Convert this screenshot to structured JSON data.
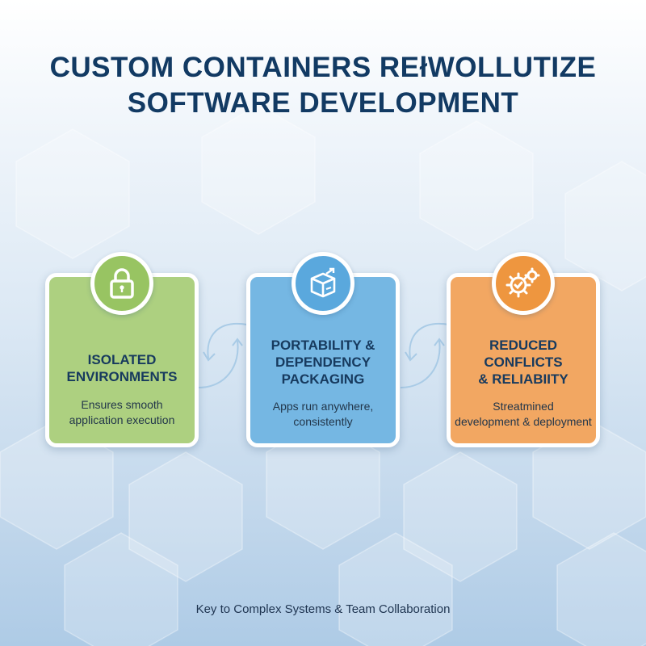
{
  "header": {
    "title_line1": "CUSTOM CONTAINERS REłWOLLUTIZE",
    "title_line2": "SOFTWARE DEVELOPMENT"
  },
  "cards": [
    {
      "icon": "padlock-icon",
      "color": "#add080",
      "title_lines": [
        "ISOLATED",
        "ENVIRONMENTS"
      ],
      "desc_lines": [
        "Ensures smooth",
        "application execution"
      ]
    },
    {
      "icon": "package-box-icon",
      "color": "#75b7e3",
      "title_lines": [
        "PORTABILITY &",
        "DEPENDENCY",
        "PACKAGING"
      ],
      "desc_lines": [
        "Apps run anywhere,",
        "consistently"
      ]
    },
    {
      "icon": "gears-check-icon",
      "color": "#f2a762",
      "title_lines": [
        "REDUCED",
        "CONFLICTS",
        "& RELIABIITY"
      ],
      "desc_lines": [
        "Streatmined",
        "development & deployment"
      ]
    }
  ],
  "footer": {
    "text": "Key to Complex Systems & Team Collaboration"
  },
  "colors": {
    "title": "#123a63",
    "green": "#add080",
    "blue": "#75b7e3",
    "orange": "#f2a762"
  }
}
